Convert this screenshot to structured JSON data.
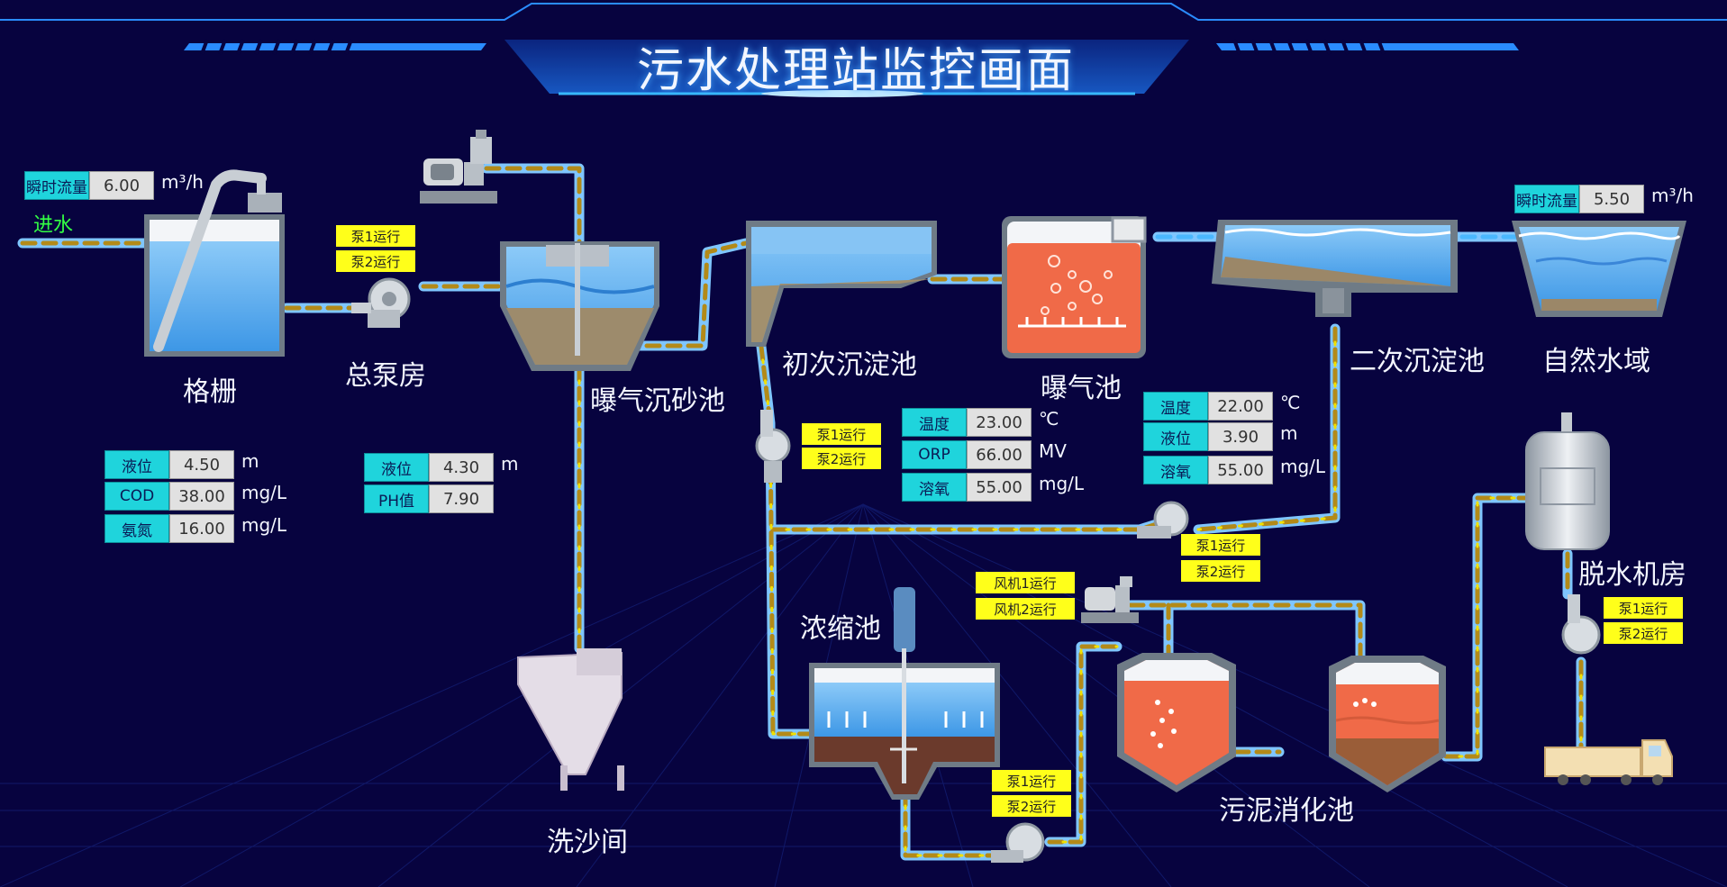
{
  "title": "污水处理站监控画面",
  "labels": {
    "inflow": "进水",
    "grille": "格栅",
    "pump_house": "总泵房",
    "grit_chamber": "曝气沉砂池",
    "primary_sed": "初次沉淀池",
    "aeration": "曝气池",
    "secondary_sed": "二次沉淀池",
    "natural_water": "自然水域",
    "sand_room": "洗沙间",
    "thickener": "浓缩池",
    "digester": "污泥消化池",
    "dewater": "脱水机房"
  },
  "flow_in": {
    "key": "瞬时流量",
    "value": "6.00",
    "unit": "m³/h"
  },
  "flow_out": {
    "key": "瞬时流量",
    "value": "5.50",
    "unit": "m³/h"
  },
  "grille_data": [
    {
      "key": "液位",
      "value": "4.50",
      "unit": "m"
    },
    {
      "key": "COD",
      "value": "38.00",
      "unit": "mg/L"
    },
    {
      "key": "氨氮",
      "value": "16.00",
      "unit": "mg/L"
    }
  ],
  "grit_data": [
    {
      "key": "液位",
      "value": "4.30",
      "unit": "m"
    },
    {
      "key": "PH值",
      "value": "7.90",
      "unit": ""
    }
  ],
  "aeration_data": [
    {
      "key": "温度",
      "value": "23.00",
      "unit": "℃"
    },
    {
      "key": "ORP",
      "value": "66.00",
      "unit": "MV"
    },
    {
      "key": "溶氧",
      "value": "55.00",
      "unit": "mg/L"
    }
  ],
  "secondary_data": [
    {
      "key": "温度",
      "value": "22.00",
      "unit": "℃"
    },
    {
      "key": "液位",
      "value": "3.90",
      "unit": "m"
    },
    {
      "key": "溶氧",
      "value": "55.00",
      "unit": "mg/L"
    }
  ],
  "status": {
    "pump1": "泵1运行",
    "pump2": "泵2运行",
    "fan1": "风机1运行",
    "fan2": "风机2运行"
  },
  "colors": {
    "background": "#07033f",
    "water": "#4ea6ee",
    "sludge": "#f06a48",
    "data_key": "#1fd4dc",
    "status": "#ffff1a",
    "pipe_flow": "#f0e000"
  }
}
